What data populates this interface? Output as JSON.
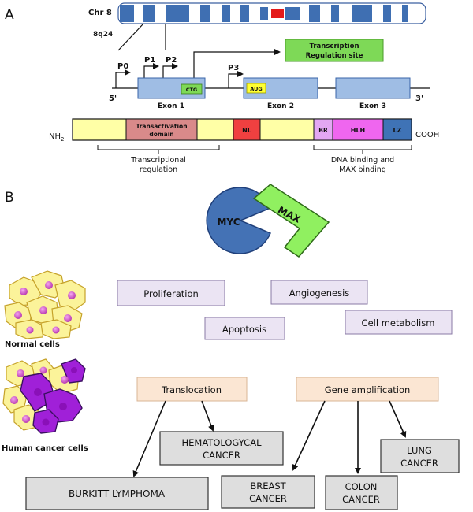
{
  "panel_a": {
    "letter": "A",
    "chromosome": {
      "name": "Chr 8",
      "band": "8q24"
    },
    "promoters": [
      "P0",
      "P1",
      "P2",
      "P3"
    ],
    "transcription_site": {
      "line1": "Transcription",
      "line2": "Regulation site"
    },
    "gene_ends": {
      "five_prime": "5'",
      "three_prime": "3'"
    },
    "exons": [
      "Exon 1",
      "Exon 2",
      "Exon 3"
    ],
    "codons": {
      "ctg": "CTG",
      "aug": "AUG"
    },
    "protein": {
      "n_term": "NH",
      "n_term_sub": "2",
      "c_term": "COOH",
      "domains": {
        "transactivation_line1": "Transactivation",
        "transactivation_line2": "domain",
        "nl": "NL",
        "br": "BR",
        "hlh": "HLH",
        "lz": "LZ"
      },
      "regions": {
        "transcriptional_line1": "Transcriptional",
        "transcriptional_line2": "regulation",
        "dna_line1": "DNA binding and",
        "dna_line2": "MAX binding"
      }
    },
    "colors": {
      "chromosome_blue": "#3f6fb2",
      "chromosome_red": "#e41a1a",
      "transcription_green": "#7ed957",
      "exon_blue": "#9fbde4",
      "protein_yellow": "#ffffa6",
      "transactivation_pink": "#d98a8a",
      "nl_red": "#f04040",
      "br_violet": "#e3a7f3",
      "hlh_magenta": "#ef66ef",
      "lz_blue": "#3f73b6"
    }
  },
  "panel_b": {
    "letter": "B",
    "myc": "MYC",
    "max": "MAX",
    "normal_cells": "Normal cells",
    "cancer_cells": "Human cancer  cells",
    "functions": [
      "Proliferation",
      "Angiogenesis",
      "Apoptosis",
      "Cell metabolism"
    ],
    "mechanisms": [
      "Translocation",
      "Gene amplification"
    ],
    "cancers": {
      "hematological_line1": "HEMATOLOGYCAL",
      "hematological_line2": "CANCER",
      "burkitt": "BURKITT LYMPHOMA",
      "breast_line1": "BREAST",
      "breast_line2": "CANCER",
      "colon_line1": "COLON",
      "colon_line2": "CANCER",
      "lung_line1": "LUNG",
      "lung_line2": "CANCER"
    },
    "colors": {
      "myc_blue": "#4472b5",
      "max_green": "#90f060",
      "function_box": "#ebe4f3",
      "mechanism_box": "#fbe6d3",
      "cancer_box": "#dedede",
      "cell_yellow": "#fbf39a",
      "cancer_purple": "#a020d8",
      "nucleus_magenta": "#d45ad0"
    }
  }
}
